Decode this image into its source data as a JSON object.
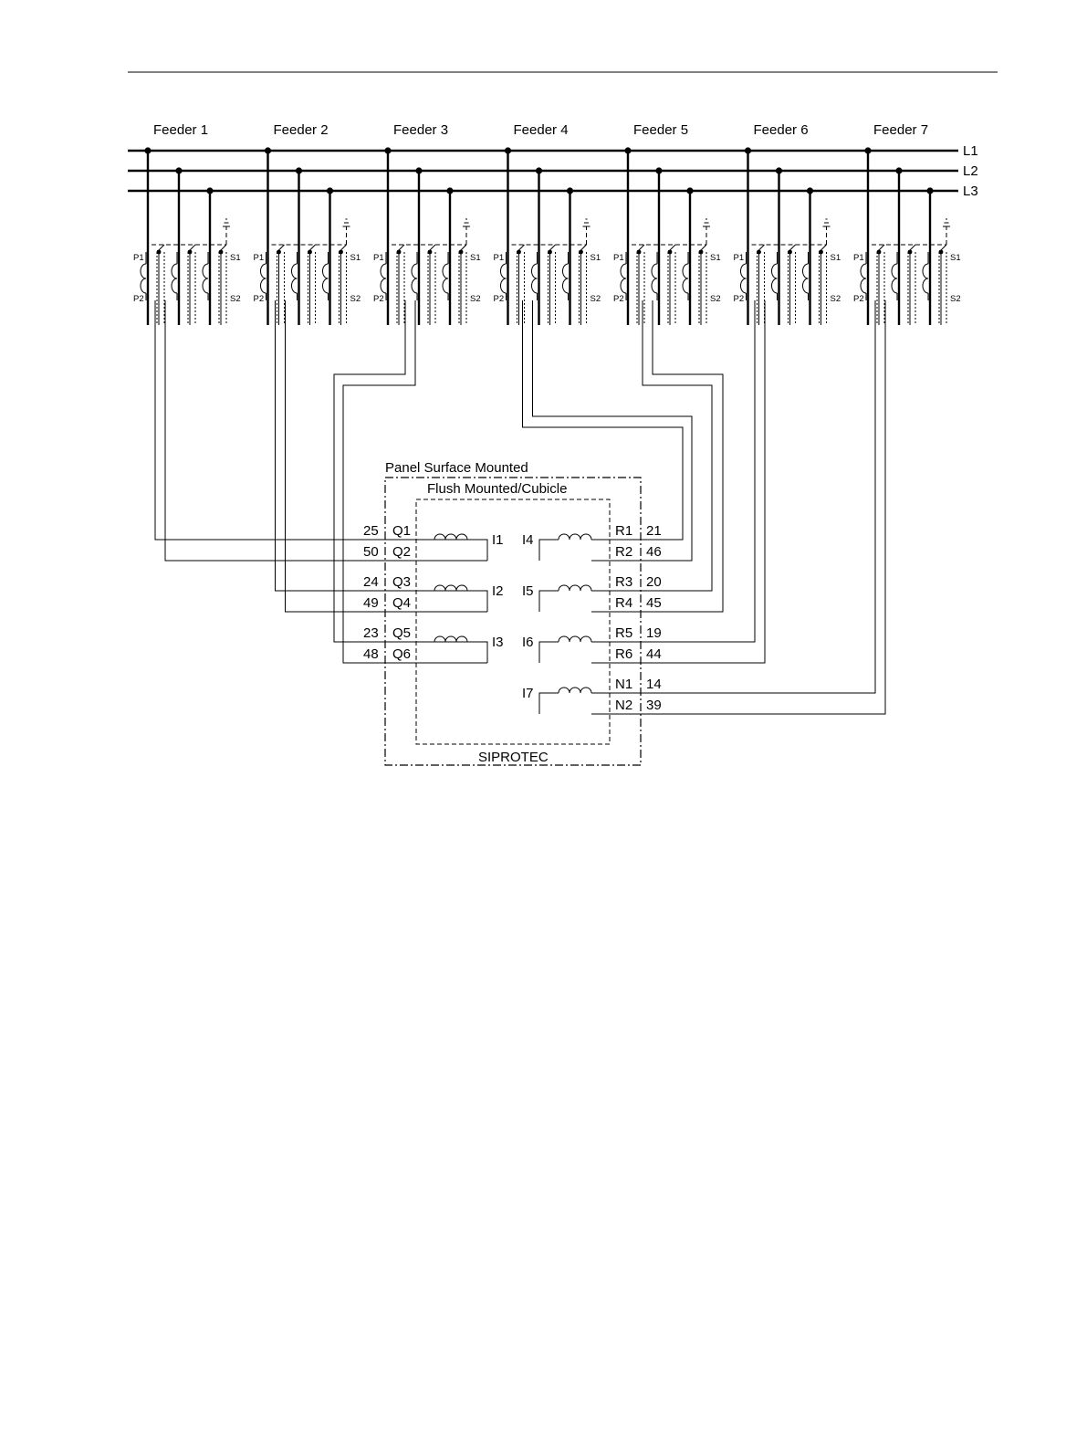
{
  "feeders": [
    "Feeder 1",
    "Feeder 2",
    "Feeder 3",
    "Feeder 4",
    "Feeder 5",
    "Feeder 6",
    "Feeder 7"
  ],
  "phases": [
    "L1",
    "L2",
    "L3"
  ],
  "ct_labels": {
    "p1": "P1",
    "p2": "P2",
    "s1": "S1",
    "s2": "S2"
  },
  "enclosure": {
    "outer_label": "Panel Surface Mounted",
    "inner_label": "Flush Mounted/Cubicle",
    "device_label": "SIPROTEC"
  },
  "inputs": [
    {
      "name": "I1",
      "terminals": [
        "Q1",
        "Q2"
      ],
      "pins": [
        "25",
        "50"
      ]
    },
    {
      "name": "I2",
      "terminals": [
        "Q3",
        "Q4"
      ],
      "pins": [
        "24",
        "49"
      ]
    },
    {
      "name": "I3",
      "terminals": [
        "Q5",
        "Q6"
      ],
      "pins": [
        "23",
        "48"
      ]
    },
    {
      "name": "I4",
      "terminals": [
        "R1",
        "R2"
      ],
      "pins": [
        "21",
        "46"
      ]
    },
    {
      "name": "I5",
      "terminals": [
        "R3",
        "R4"
      ],
      "pins": [
        "20",
        "45"
      ]
    },
    {
      "name": "I6",
      "terminals": [
        "R5",
        "R6"
      ],
      "pins": [
        "19",
        "44"
      ]
    },
    {
      "name": "I7",
      "terminals": [
        "N1",
        "N2"
      ],
      "pins": [
        "14",
        "39"
      ]
    }
  ]
}
